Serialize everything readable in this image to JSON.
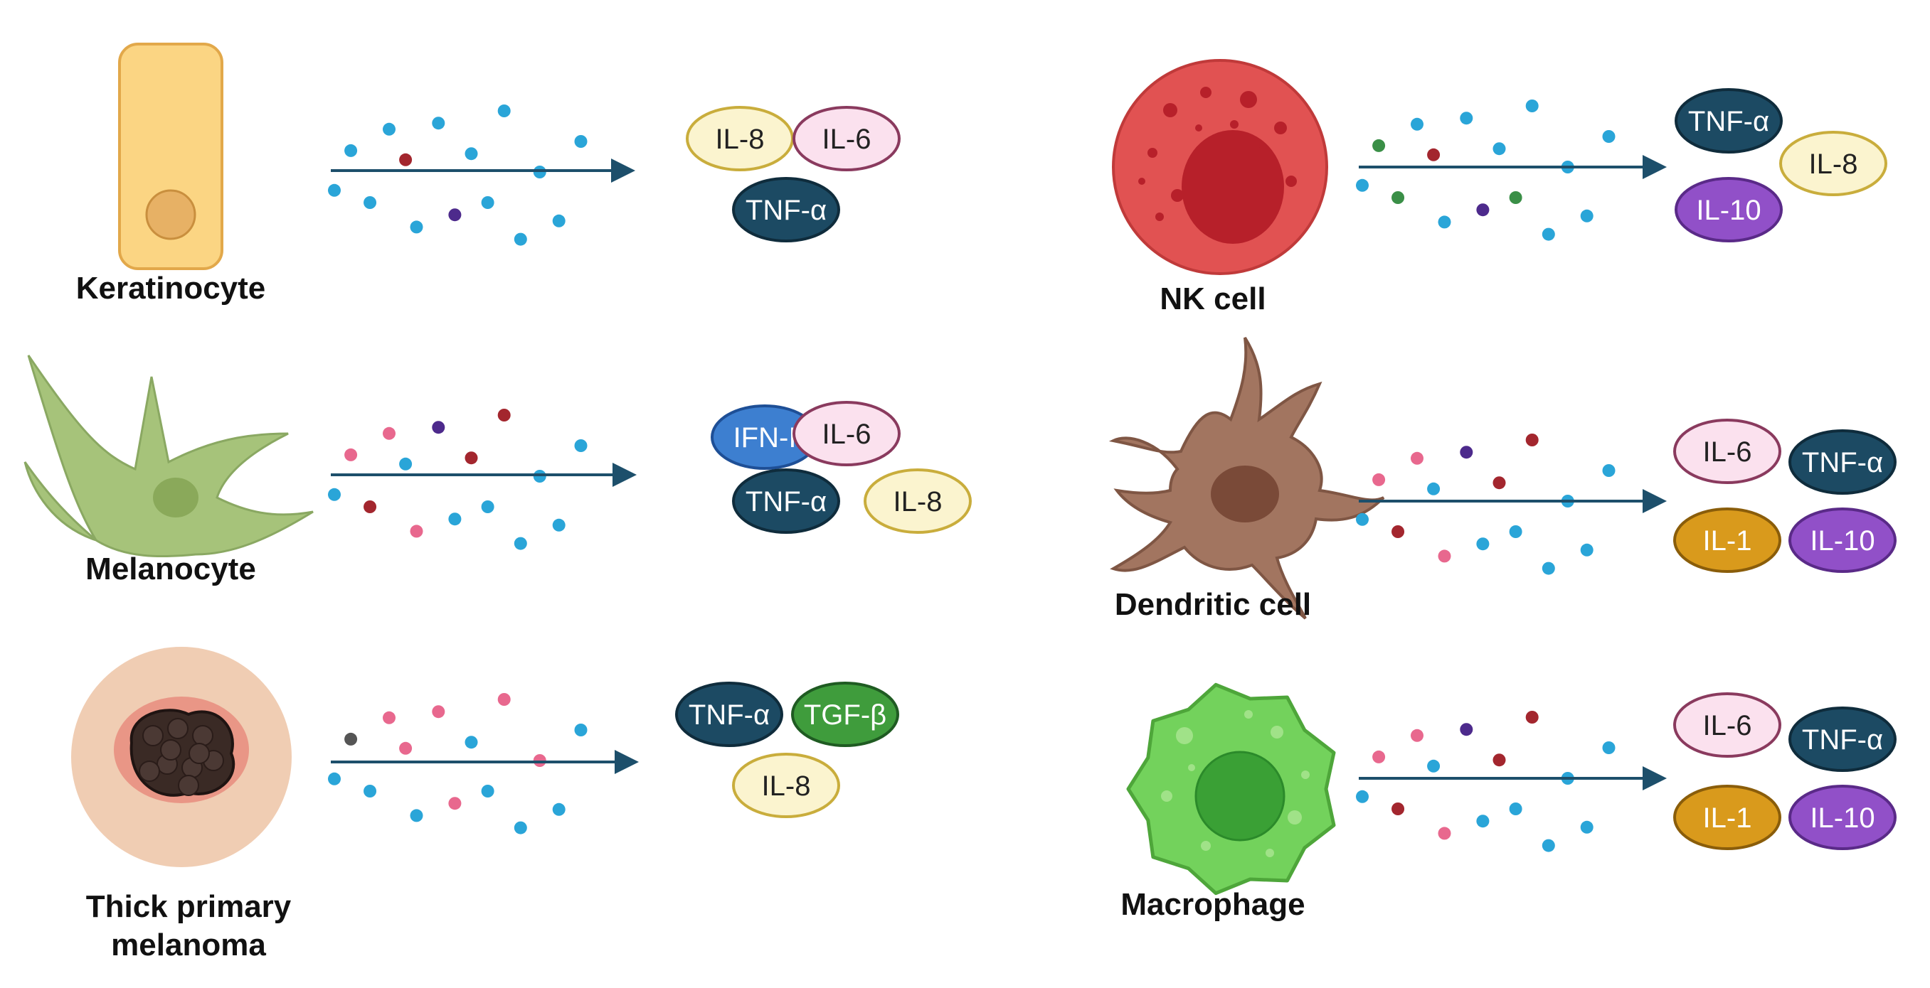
{
  "colors": {
    "arrow": "#1d4f6b",
    "dot_blue": "#2aa5d8",
    "dot_red": "#a3262e",
    "dot_pink": "#e8688e",
    "dot_purple": "#4d2a8c",
    "dot_green": "#3a8f47",
    "dot_gray": "#555555"
  },
  "cytokine_styles": {
    "IL-8": {
      "fill": "#fbf4cf",
      "stroke": "#c9ad3c",
      "text": "#222222"
    },
    "IL-6": {
      "fill": "#fbe1ee",
      "stroke": "#8a3a5e",
      "text": "#222222"
    },
    "TNF-α": {
      "fill": "#1c4a63",
      "stroke": "#0f2c3c",
      "text": "#ffffff"
    },
    "IFN-I": {
      "fill": "#3d7fd0",
      "stroke": "#1e4f96",
      "text": "#ffffff"
    },
    "TGF-β": {
      "fill": "#3f9c3c",
      "stroke": "#1f5b22",
      "text": "#ffffff"
    },
    "IL-10": {
      "fill": "#9150c8",
      "stroke": "#5a2a88",
      "text": "#ffffff"
    },
    "IL-1": {
      "fill": "#d99a1c",
      "stroke": "#8a5d0a",
      "text": "#ffffff"
    }
  },
  "rows": [
    {
      "id": "keratinocyte",
      "cell_type": "keratinocyte",
      "label": [
        "Keratinocyte"
      ],
      "dot_colors": [
        "blue",
        "blue",
        "blue",
        "blue",
        "red",
        "blue",
        "blue",
        "purple",
        "blue",
        "blue",
        "blue",
        "blue",
        "blue",
        "blue",
        "blue"
      ],
      "cytokines": [
        "IL-8",
        "IL-6",
        "TNF-α"
      ]
    },
    {
      "id": "melanocyte",
      "cell_type": "melanocyte",
      "label": [
        "Melanocyte"
      ],
      "dot_colors": [
        "blue",
        "pink",
        "red",
        "pink",
        "blue",
        "pink",
        "purple",
        "blue",
        "red",
        "blue",
        "red",
        "blue",
        "blue",
        "blue",
        "blue"
      ],
      "cytokines": [
        "IFN-I",
        "IL-6",
        "TNF-α",
        "IL-8"
      ]
    },
    {
      "id": "melanoma",
      "cell_type": "melanoma",
      "label": [
        "Thick primary",
        "melanoma"
      ],
      "dot_colors": [
        "blue",
        "gray",
        "blue",
        "pink",
        "pink",
        "blue",
        "pink",
        "pink",
        "blue",
        "blue",
        "pink",
        "blue",
        "pink",
        "blue",
        "blue"
      ],
      "cytokines": [
        "TNF-α",
        "TGF-β",
        "IL-8"
      ]
    },
    {
      "id": "nk",
      "cell_type": "nk",
      "label": [
        "NK cell"
      ],
      "dot_colors": [
        "blue",
        "green",
        "green",
        "blue",
        "red",
        "blue",
        "blue",
        "purple",
        "blue",
        "green",
        "blue",
        "blue",
        "blue",
        "blue",
        "blue"
      ],
      "cytokines": [
        "TNF-α",
        "IL-8",
        "IL-10"
      ]
    },
    {
      "id": "dendritic",
      "cell_type": "dendritic",
      "label": [
        "Dendritic cell"
      ],
      "dot_colors": [
        "blue",
        "pink",
        "red",
        "pink",
        "blue",
        "pink",
        "purple",
        "blue",
        "red",
        "blue",
        "red",
        "blue",
        "blue",
        "blue",
        "blue"
      ],
      "cytokines": [
        "IL-6",
        "TNF-α",
        "IL-1",
        "IL-10"
      ]
    },
    {
      "id": "macrophage",
      "cell_type": "macrophage",
      "label": [
        "Macrophage"
      ],
      "dot_colors": [
        "blue",
        "pink",
        "red",
        "pink",
        "blue",
        "pink",
        "purple",
        "blue",
        "red",
        "blue",
        "red",
        "blue",
        "blue",
        "blue",
        "blue"
      ],
      "cytokines": [
        "IL-6",
        "TNF-α",
        "IL-1",
        "IL-10"
      ]
    }
  ]
}
